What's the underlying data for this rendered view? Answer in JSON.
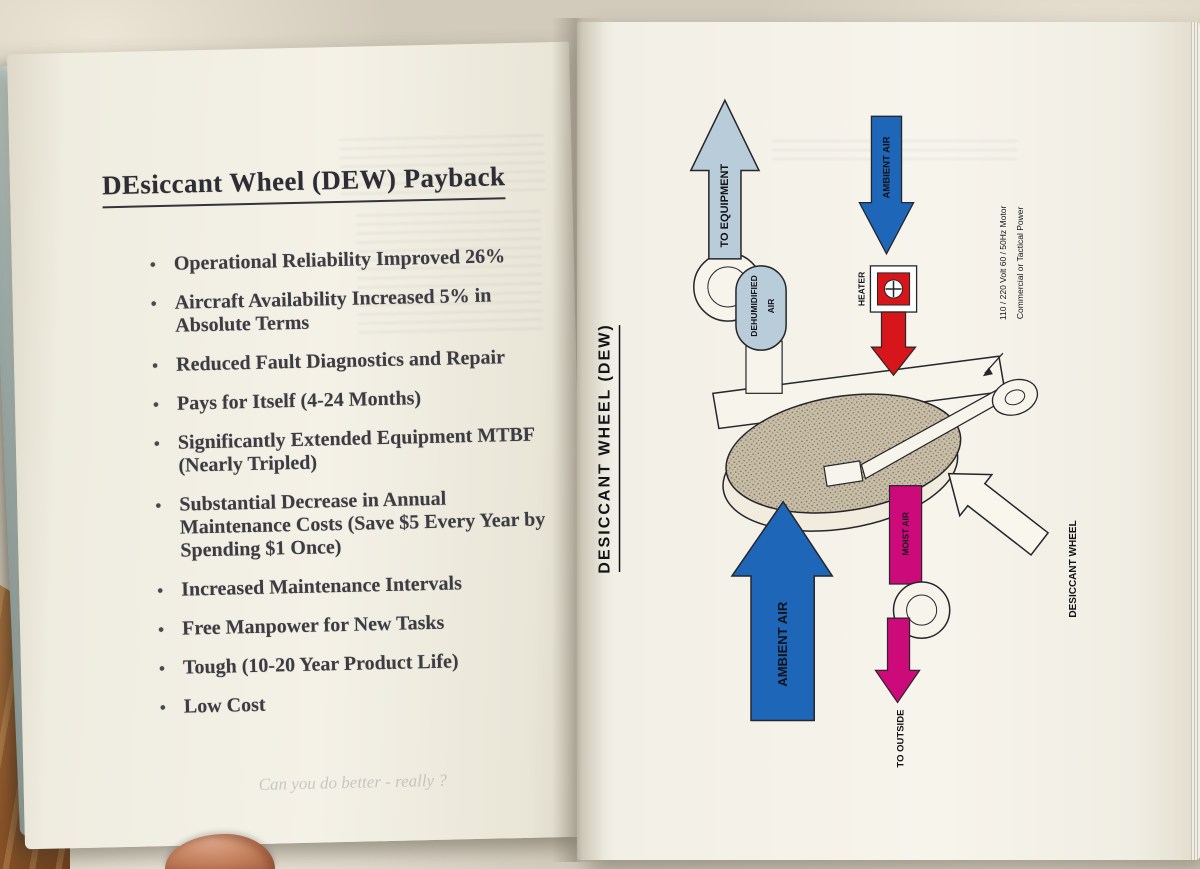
{
  "left_page": {
    "title": "DEsiccant Wheel (DEW) Payback",
    "bullets": [
      "Operational Reliability Improved 26%",
      "Aircraft Availability Increased 5% in Absolute Terms",
      "Reduced Fault Diagnostics and Repair",
      "Pays for Itself (4-24 Months)",
      "Significantly Extended Equipment MTBF (Nearly Tripled)",
      "Substantial Decrease in Annual Maintenance Costs (Save $5 Every Year by Spending $1 Once)",
      "Increased Maintenance Intervals",
      "Free Manpower for New Tasks",
      "Tough (10-20 Year Product Life)",
      "Low Cost"
    ],
    "ghost_text": "Can you do better - really ?"
  },
  "right_page": {
    "diagram_title": "DESICCANT WHEEL (DEW)",
    "labels": {
      "to_equipment": "TO EQUIPMENT",
      "ambient_air_top": "AMBIENT AIR",
      "heater": "HEATER",
      "dehumidified_line1": "DEHUMIDIFIED",
      "dehumidified_line2": "AIR",
      "motor_line1": "110 / 220 Volt 60 / 50Hz Motor",
      "motor_line2": "Commercial or Tactical Power",
      "ambient_air_bottom": "AMBIENT AIR",
      "moist_air": "MOIST AIR",
      "to_outside": "TO OUTSIDE",
      "desiccant_wheel": "DESICCANT WHEEL"
    },
    "colors": {
      "arrow_blue": "#1e66b8",
      "arrow_light_blue": "#b9ccd9",
      "arrow_red": "#d6161a",
      "arrow_magenta": "#cc0a7a"
    }
  }
}
